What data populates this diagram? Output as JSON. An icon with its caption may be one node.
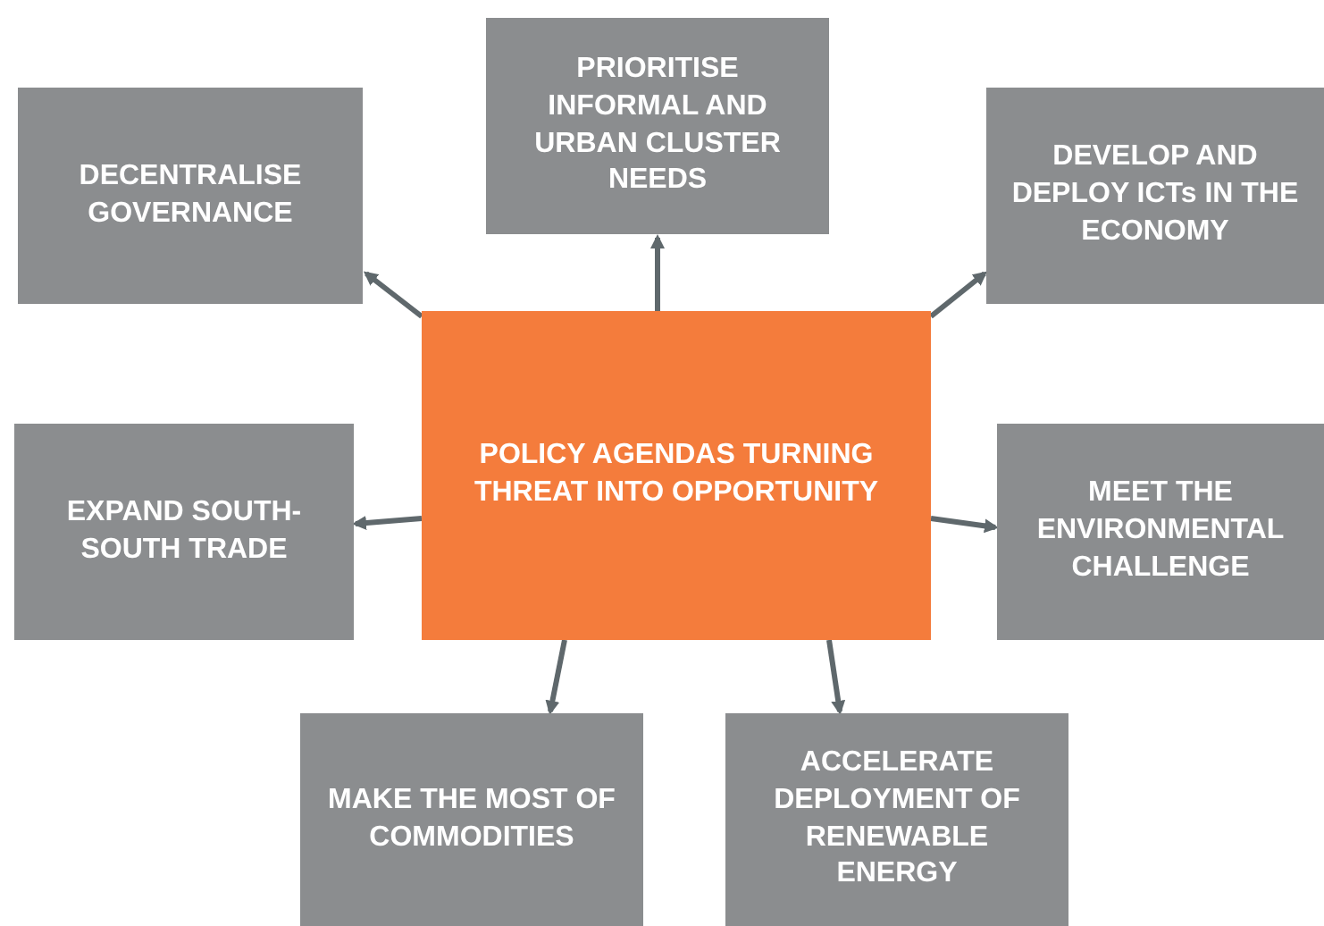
{
  "diagram": {
    "nodes": [
      {
        "text": [
          "POLICY AGENDAS TURNING THREAT INTO OPPORTUNITY"
        ]
      },
      {
        "text": [
          "DECENTRALISE GOVERNANCE"
        ]
      },
      {
        "text": [
          "PRIORITISE INFORMAL AND URBAN CLUSTER NEEDS"
        ]
      },
      {
        "text": [
          "DEVELOP AND DEPLOY ICTs IN THE ECONOMY"
        ]
      },
      {
        "text": [
          "EXPAND SOUTH-SOUTH TRADE"
        ]
      },
      {
        "text": [
          "MEET THE ENVIRONMENTAL CHALLENGE"
        ]
      },
      {
        "text": [
          "MAKE THE MOST OF COMMODITIES"
        ]
      },
      {
        "text": [
          "ACCELERATE DEPLOYMENT OF RENEWABLE ENERGY"
        ]
      }
    ],
    "edges": [
      {
        "from": 0,
        "to": 1,
        "arrow": "to"
      },
      {
        "from": 0,
        "to": 2,
        "arrow": "to"
      },
      {
        "from": 0,
        "to": 3,
        "arrow": "to"
      },
      {
        "from": 0,
        "to": 4,
        "arrow": "to"
      },
      {
        "from": 0,
        "to": 5,
        "arrow": "to"
      },
      {
        "from": 0,
        "to": 6,
        "arrow": "to"
      },
      {
        "from": 0,
        "to": 7,
        "arrow": "to"
      }
    ]
  }
}
